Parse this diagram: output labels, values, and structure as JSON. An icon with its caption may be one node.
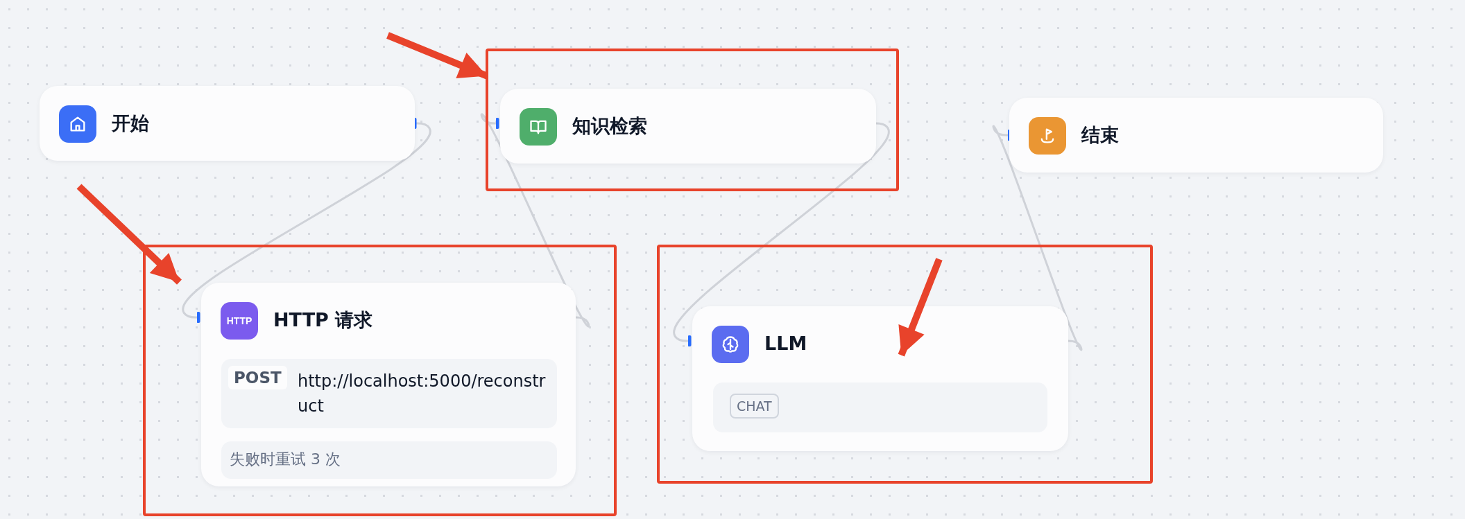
{
  "diagram": {
    "nodes": [
      {
        "text": [
          "开始"
        ]
      },
      {
        "text": [],
        "shape": "box"
      },
      {
        "text": [
          "知识检索"
        ],
        "in": 1
      },
      {
        "text": [
          "结束"
        ]
      },
      {
        "text": [],
        "shape": "box"
      },
      {
        "text": [
          "HTTP 请求"
        ],
        "in": 4
      },
      {
        "text": [
          "POST",
          "http://localhost:5000/reconstruct"
        ],
        "in": 5
      },
      {
        "text": [
          "失败时重试 3 次"
        ],
        "in": 5
      },
      {
        "text": [],
        "shape": "box"
      },
      {
        "text": [
          "LLM"
        ],
        "in": 8
      },
      {
        "text": [
          "CHAT"
        ],
        "in": 9
      }
    ],
    "edges": [
      {
        "from": 0,
        "to": 5,
        "arrow": "other"
      },
      {
        "from": 5,
        "to": 2,
        "arrow": "other"
      },
      {
        "from": 2,
        "to": 9,
        "arrow": "other"
      },
      {
        "from": 9,
        "to": 3,
        "arrow": "other"
      },
      {
        "from": null,
        "to": 2,
        "arrow": "to",
        "style": "thick",
        "color": "#e8432b"
      },
      {
        "from": null,
        "to": 5,
        "arrow": "to",
        "style": "thick",
        "color": "#e8432b"
      },
      {
        "from": null,
        "to": 10,
        "arrow": "to",
        "style": "thick",
        "color": "#e8432b"
      }
    ],
    "labels": [
      "HTTP"
    ]
  }
}
